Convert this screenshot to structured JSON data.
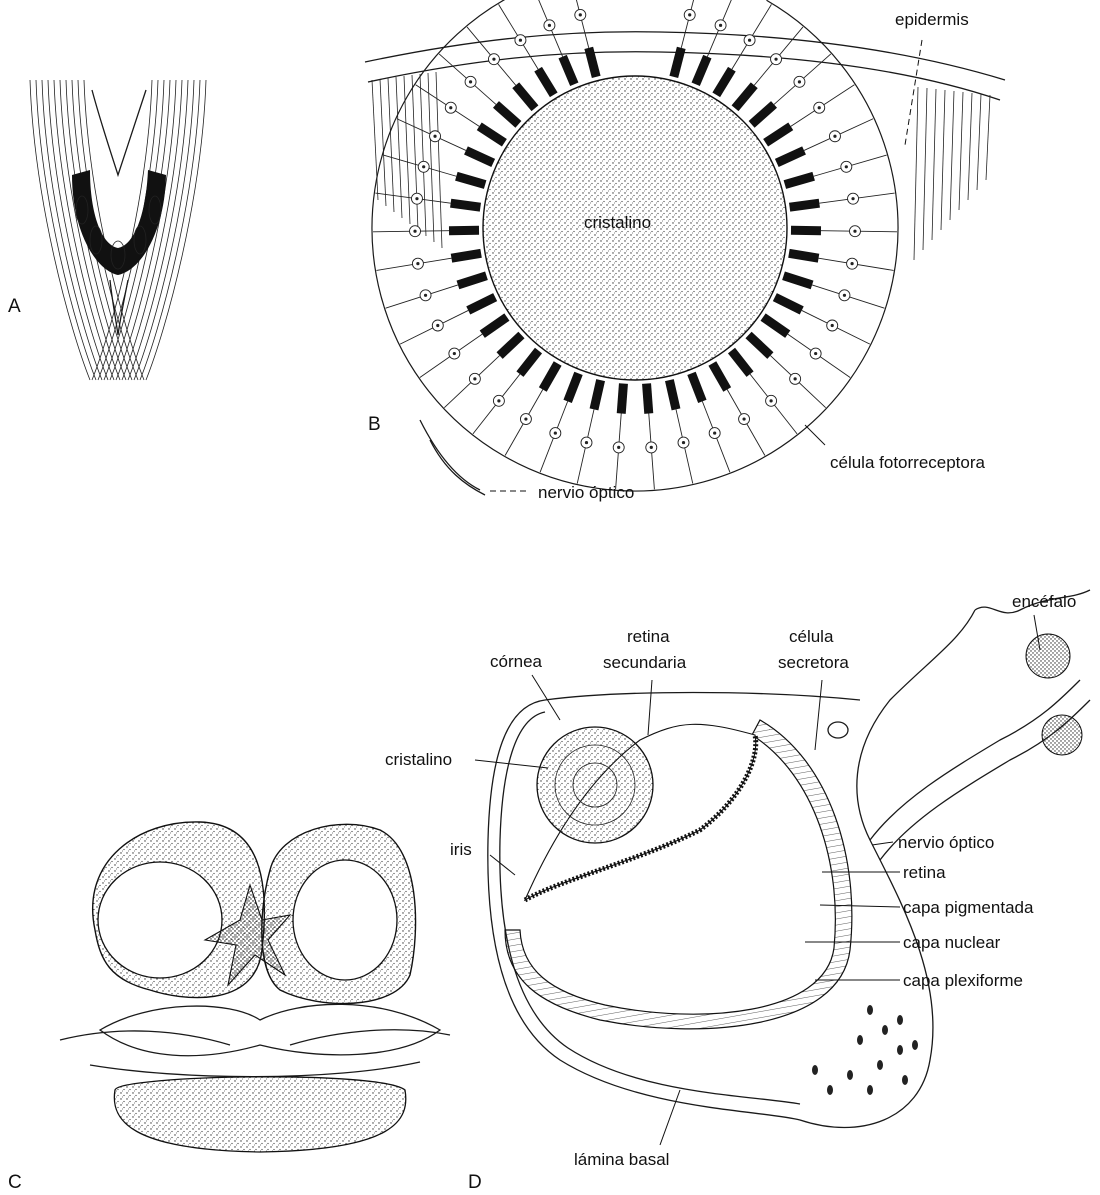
{
  "panels": {
    "A": {
      "letter": "A"
    },
    "B": {
      "letter": "B",
      "labels": {
        "epidermis": "epidermis",
        "lens": "cristalino",
        "photoreceptor": "célula fotorreceptora",
        "optic_nerve": "nervio óptico"
      }
    },
    "C": {
      "letter": "C"
    },
    "D": {
      "letter": "D",
      "labels": {
        "brain": "encéfalo",
        "cornea": "córnea",
        "secondary_retina_1": "retina",
        "secondary_retina_2": "secundaria",
        "secretory_cell_1": "célula",
        "secretory_cell_2": "secretora",
        "lens": "cristalino",
        "iris": "iris",
        "optic_nerve": "nervio óptico",
        "retina": "retina",
        "pigment_layer": "capa pigmentada",
        "nuclear_layer": "capa nuclear",
        "plexiform_layer": "capa plexiforme",
        "basal_lamina": "lámina basal"
      }
    }
  }
}
